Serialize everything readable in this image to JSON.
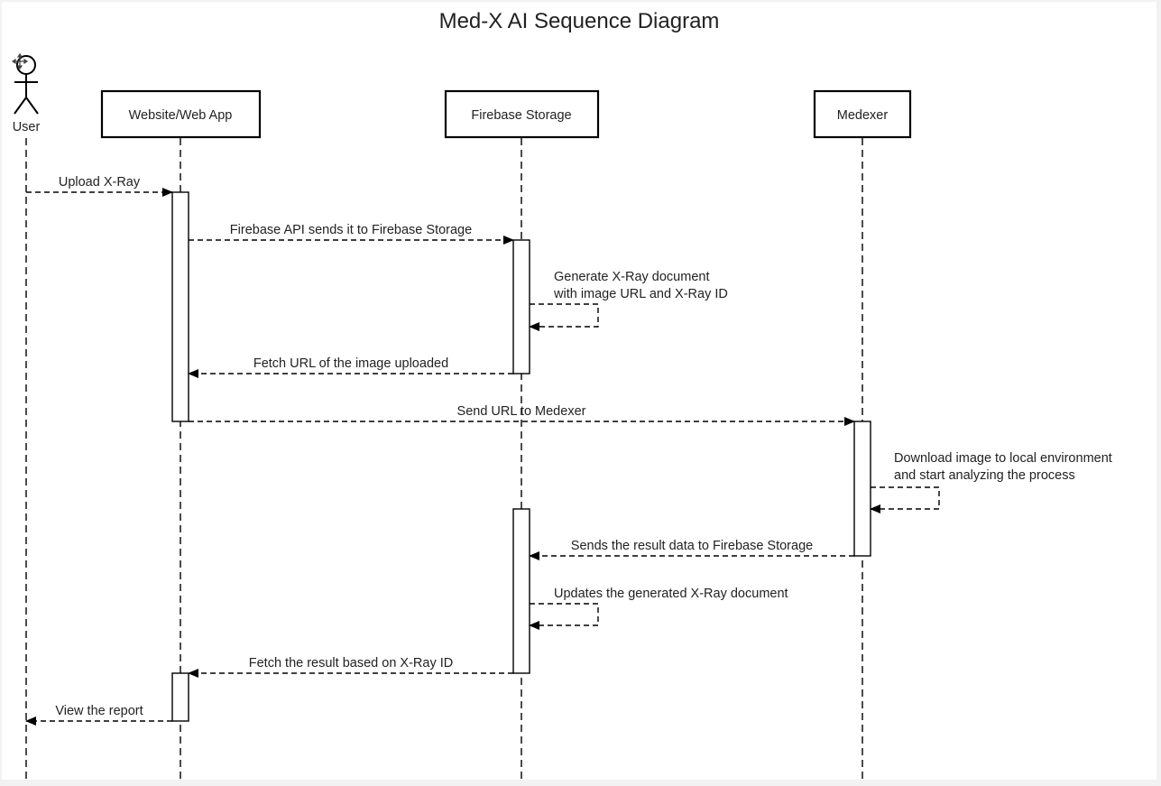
{
  "title": "Med-X AI Sequence Diagram",
  "actor": {
    "label": "User"
  },
  "participants": [
    {
      "id": "web",
      "label": "Website/Web App"
    },
    {
      "id": "fb",
      "label": "Firebase Storage"
    },
    {
      "id": "med",
      "label": "Medexer"
    }
  ],
  "messages": [
    {
      "id": "m1",
      "lines": [
        "Upload X-Ray"
      ]
    },
    {
      "id": "m2",
      "lines": [
        "Firebase API sends it to Firebase Storage"
      ]
    },
    {
      "id": "m3",
      "lines": [
        "Generate X-Ray document",
        "with image URL and X-Ray ID"
      ]
    },
    {
      "id": "m4",
      "lines": [
        "Fetch URL of the image uploaded"
      ]
    },
    {
      "id": "m5",
      "lines": [
        "Send URL to Medexer"
      ]
    },
    {
      "id": "m6",
      "lines": [
        "Download image to local environment",
        "and start analyzing the process"
      ]
    },
    {
      "id": "m7",
      "lines": [
        "Sends the result data to Firebase Storage"
      ]
    },
    {
      "id": "m8",
      "lines": [
        "Updates the generated X-Ray document"
      ]
    },
    {
      "id": "m9",
      "lines": [
        "Fetch the result based on X-Ray ID"
      ]
    },
    {
      "id": "m10",
      "lines": [
        "View the report"
      ]
    }
  ]
}
